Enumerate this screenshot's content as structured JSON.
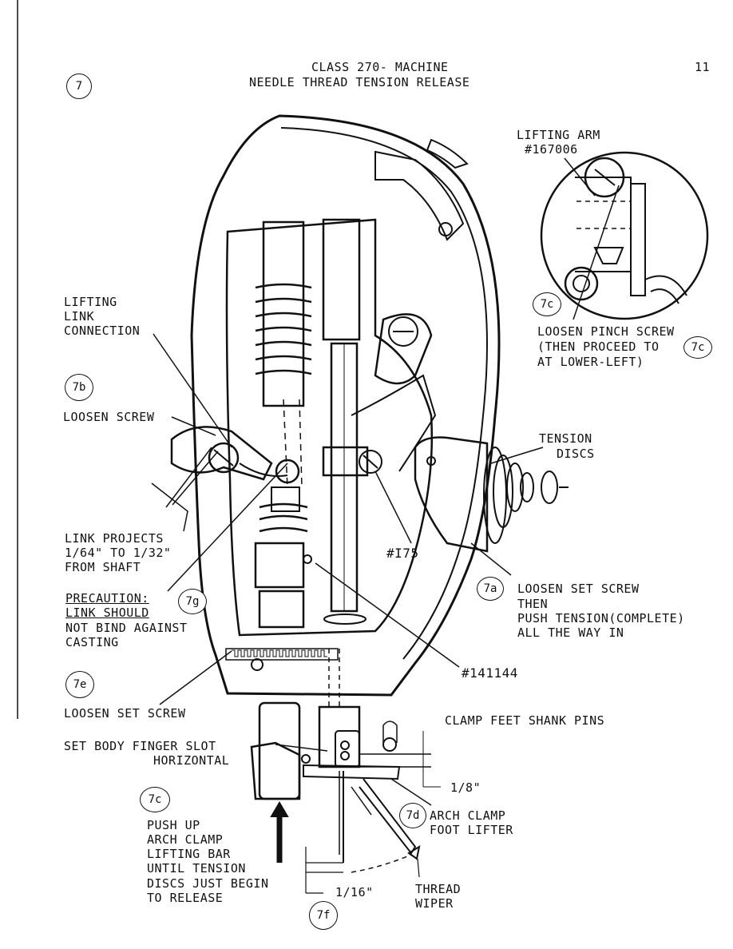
{
  "header": {
    "title_line1": "CLASS 270- MACHINE",
    "title_line2": "NEEDLE THREAD TENSION RELEASE",
    "page_number": "11",
    "figure_label": "7"
  },
  "callouts": {
    "lifting_arm": [
      "LIFTING ARM",
      "#167006"
    ],
    "loosen_pinch": [
      "LOOSEN PINCH SCREW",
      "(THEN PROCEED TO",
      "AT LOWER-LEFT)"
    ],
    "ref_7c_small": "7c",
    "ref_7c_inline": "7c",
    "lifting_link": [
      "LIFTING",
      "LINK",
      "CONNECTION"
    ],
    "ref_7b": "7b",
    "loosen_screw": "LOOSEN SCREW",
    "tension_discs": [
      "TENSION",
      "DISCS"
    ],
    "link_projects": [
      "LINK PROJECTS",
      "1/64\" TO 1/32\"",
      "FROM SHAFT"
    ],
    "part_175": "#I75",
    "ref_7a": "7a",
    "loosen_set_screw_7a": [
      "LOOSEN SET SCREW",
      "THEN",
      "PUSH TENSION(COMPLETE)",
      "ALL THE WAY IN"
    ],
    "precaution": [
      "PRECAUTION:",
      "LINK SHOULD",
      "NOT BIND AGAINST",
      "CASTING"
    ],
    "ref_7g": "7g",
    "part_141144": "#141144",
    "ref_7e": "7e",
    "loosen_set_screw_7e": "LOOSEN SET SCREW",
    "clamp_feet": "CLAMP FEET SHANK PINS",
    "set_body": [
      "SET BODY FINGER SLOT",
      "HORIZONTAL"
    ],
    "dim_eighth": "1/8\"",
    "ref_7c_lower": "7c",
    "ref_7d": "7d",
    "arch_clamp": [
      "ARCH CLAMP",
      "FOOT LIFTER"
    ],
    "push_up": [
      "PUSH UP",
      "ARCH CLAMP",
      "LIFTING BAR",
      "UNTIL TENSION",
      "DISCS JUST BEGIN",
      "TO RELEASE"
    ],
    "dim_sixteenth": "1/16\"",
    "thread_wiper": [
      "THREAD",
      "WIPER"
    ],
    "ref_7f": "7f"
  }
}
